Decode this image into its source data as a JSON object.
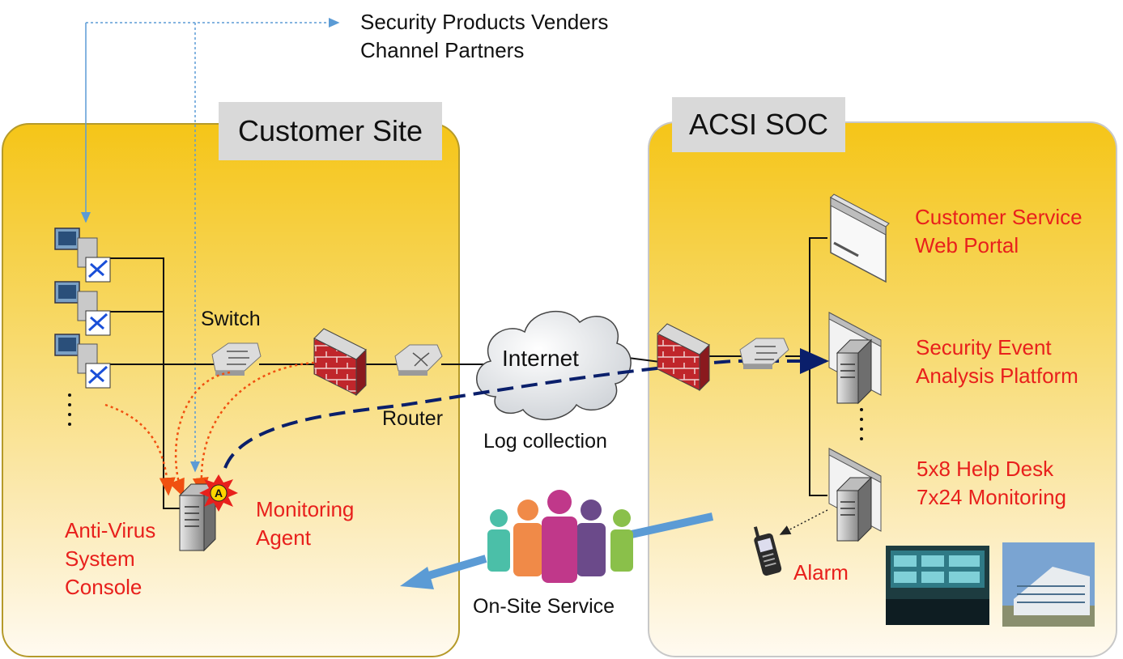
{
  "top_text": {
    "line1": "Security Products Venders",
    "line2": "Channel Partners"
  },
  "customer_site": {
    "title": "Customer Site",
    "switch_label": "Switch",
    "router_label": "Router",
    "agent_label_1": "Monitoring",
    "agent_label_2": "Agent",
    "av_label_1": "Anti-Virus",
    "av_label_2": "System",
    "av_label_3": "Console",
    "agent_badge": "A"
  },
  "internet": {
    "label": "Internet",
    "caption": "Log collection"
  },
  "onsite": {
    "label": "On-Site Service"
  },
  "acsi_soc": {
    "title": "ACSI SOC",
    "portal_1": "Customer Service",
    "portal_2": "Web Portal",
    "analysis_1": "Security Event",
    "analysis_2": "Analysis Platform",
    "helpdesk_1": "5x8 Help Desk",
    "helpdesk_2": "7x24 Monitoring",
    "alarm": "Alarm"
  },
  "colors": {
    "accent_red": "#e8201c",
    "dashed_navy": "#0a1f6b",
    "dotted_orange": "#f05010",
    "arrow_blue": "#5b9bd5"
  }
}
